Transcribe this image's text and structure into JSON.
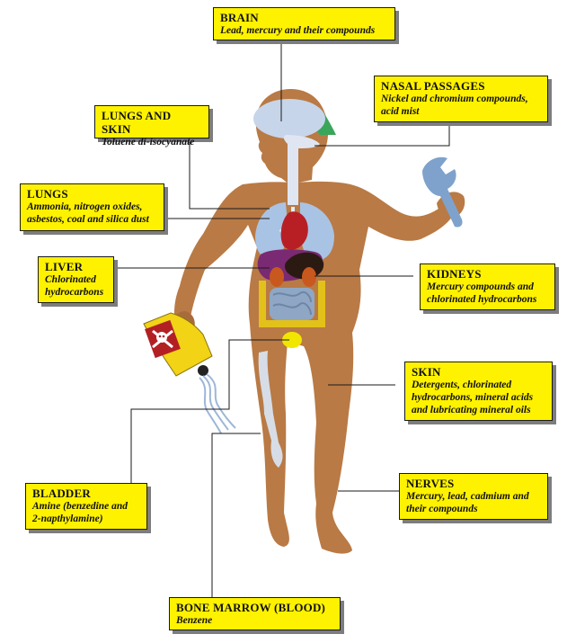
{
  "labels": {
    "brain": {
      "title": "BRAIN",
      "desc": "Lead, mercury and their compounds"
    },
    "nasal": {
      "title": "NASAL PASSAGES",
      "desc_line1": "Nickel and chromium compounds,",
      "desc_line2": "acid mist"
    },
    "lungs_skin": {
      "title": "LUNGS AND SKIN",
      "desc": "Toluene di-isocyanate"
    },
    "lungs": {
      "title": "LUNGS",
      "desc_line1": "Ammonia, nitrogen oxides,",
      "desc_line2": "asbestos, coal and silica dust"
    },
    "liver": {
      "title": "LIVER",
      "desc_line1": "Chlorinated",
      "desc_line2": "hydrocarbons"
    },
    "kidneys": {
      "title": "KIDNEYS",
      "desc_line1": "Mercury compounds and",
      "desc_line2": "chlorinated  hydrocarbons"
    },
    "skin": {
      "title": "SKIN",
      "desc_line1": "Detergents, chlorinated",
      "desc_line2": "hydrocarbons, mineral acids",
      "desc_line3": "and lubricating mineral oils"
    },
    "bladder": {
      "title": "BLADDER",
      "desc_line1": "Amine (benzedine and",
      "desc_line2": "2-napthylamine)"
    },
    "nerves": {
      "title": "NERVES",
      "desc_line1": "Mercury, lead, cadmium and",
      "desc_line2": "their compounds"
    },
    "bone_marrow": {
      "title": "BONE MARROW (BLOOD)",
      "desc": "Benzene"
    }
  },
  "colors": {
    "label_background": "#fff200",
    "body_skin": "#b97a45",
    "lungs": "#a9c3e4",
    "heart": "#b81f24",
    "liver": "#7a2a72",
    "kidney": "#c9581f",
    "intestines": "#8fa7c4",
    "bladder": "#f1e600",
    "bone": "#d7dde6",
    "wrench": "#7ea2cc",
    "container": "#f2d315",
    "poison_label": "#b32024",
    "helmet": "#3aa65a"
  },
  "icons": {
    "wrench": "wrench-icon",
    "poison_container": "skull-crossbones-icon"
  }
}
